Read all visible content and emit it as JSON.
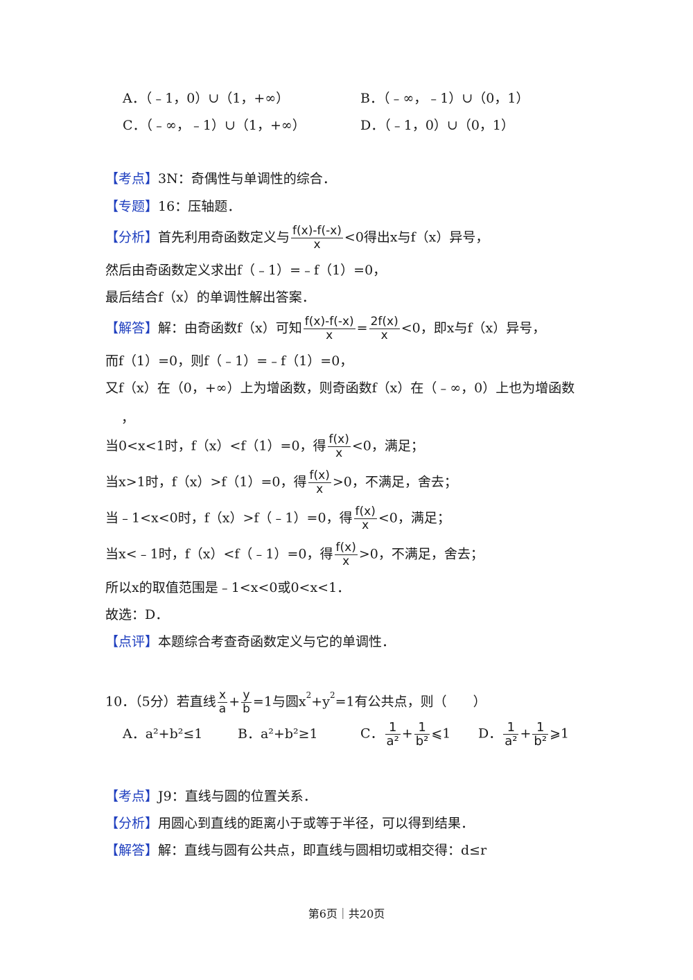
{
  "q9_options": {
    "A": "A．（﹣1，0）∪（1，+∞）",
    "B": "B．（﹣∞，﹣1）∪（0，1）",
    "C": "C．（﹣∞，﹣1）∪（1，+∞）",
    "D": "D．（﹣1，0）∪（0，1）"
  },
  "q9": {
    "kaodian_tag": "【考点】",
    "kaodian": "3N：奇偶性与单调性的综合．",
    "zhuanti_tag": "【专题】",
    "zhuanti": "16：压轴题．",
    "fenxi_tag": "【分析】",
    "fenxi_a": "首先利用奇函数定义与",
    "fenxi_num": "f(x)-f(-x)",
    "fenxi_den": "x",
    "fenxi_b": "<0得出x与f（x）异号，",
    "fenxi_2": "然后由奇函数定义求出f（﹣1）=﹣f（1）=0，",
    "fenxi_3": "最后结合f（x）的单调性解出答案．",
    "jieda_tag": "【解答】",
    "jieda_a": "解：由奇函数f（x）可知",
    "jieda_num1": "f(x)-f(-x)",
    "jieda_den1": "x",
    "jieda_eq": "=",
    "jieda_num2": "2f(x)",
    "jieda_den2": "x",
    "jieda_b": "<0，即x与f（x）异号，",
    "l2": "而f（1）=0，则f（﹣1）=﹣f（1）=0，",
    "l3": "又f（x）在（0，+∞）上为增函数，则奇函数f（x）在（﹣∞，0）上也为增函数",
    "l3b": "，",
    "c1_a": "当0<x<1时，f（x）<f（1）=0，得",
    "c1_b": "<0，满足；",
    "c2_a": "当x>1时，f（x）>f（1）=0，得",
    "c2_b": ">0，不满足，舍去；",
    "c3_a": "当﹣1<x<0时，f（x）>f（﹣1）=0，得",
    "c3_b": "<0，满足；",
    "c4_a": "当x<﹣1时，f（x）<f（﹣1）=0，得",
    "c4_b": ">0，不满足，舍去；",
    "fx_num": "f(x)",
    "fx_den": "x",
    "l8": "所以x的取值范围是﹣1<x<0或0<x<1．",
    "l9": "故选：D．",
    "dianping_tag": "【点评】",
    "dianping": "本题综合考查奇函数定义与它的单调性．"
  },
  "q10": {
    "stem_a": "10．（5分）若直线",
    "x_num": "x",
    "a_den": "a",
    "plus": "+",
    "y_num": "y",
    "b_den": "b",
    "stem_b": "=1与圆x",
    "sq": "2",
    "stem_c": "+y",
    "stem_d": "=1有公共点，则（　　）",
    "optA": "A．a²+b²≤1",
    "optB": "B．a²+b²≥1",
    "optC_label": "C．",
    "optD_label": "D．",
    "one": "1",
    "a2": "a²",
    "b2": "b²",
    "le1": "⩽1",
    "ge1": "⩾1",
    "kaodian_tag": "【考点】",
    "kaodian": "J9：直线与圆的位置关系．",
    "fenxi_tag": "【分析】",
    "fenxi": "用圆心到直线的距离小于或等于半径，可以得到结果．",
    "jieda_tag": "【解答】",
    "jieda": "解：直线与圆有公共点，即直线与圆相切或相交得：d≤r"
  },
  "footer": "第6页｜共20页"
}
